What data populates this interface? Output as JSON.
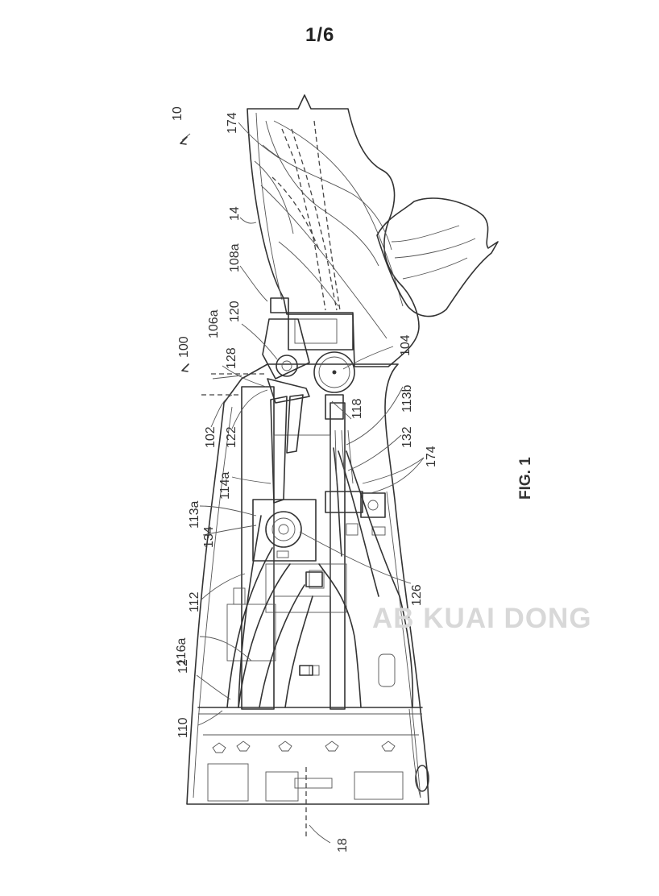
{
  "sheet": {
    "page_number": "1/6",
    "figure_label": "FIG. 1",
    "watermark": "AB KUAI DONG"
  },
  "labels": {
    "l10": "10",
    "l174_top": "174",
    "l14": "14",
    "l108a": "108a",
    "l120": "120",
    "l106a": "106a",
    "l128": "128",
    "l100": "100",
    "l104": "104",
    "l102": "102",
    "l122": "122",
    "l118": "118",
    "l113b": "113b",
    "l132": "132",
    "l174_mid": "174",
    "l114a": "114a",
    "l113a": "113a",
    "l134": "134",
    "l112": "112",
    "l126": "126",
    "l116a": "116a",
    "l12": "12",
    "l110": "110",
    "l18": "18"
  }
}
